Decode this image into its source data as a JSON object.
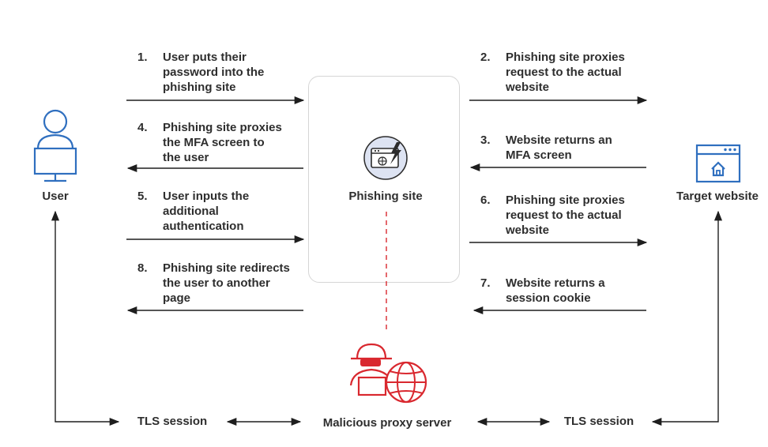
{
  "nodes": {
    "user": "User",
    "phishing_site": "Phishing site",
    "target_website": "Target website",
    "proxy": "Malicious proxy server"
  },
  "tls": {
    "left": "TLS session",
    "right": "TLS session"
  },
  "steps": [
    {
      "num": "1.",
      "text": "User puts their\npassword into the\nphishing site"
    },
    {
      "num": "2.",
      "text": "Phishing site proxies\nrequest to the actual\nwebsite"
    },
    {
      "num": "3.",
      "text": "Website returns an\nMFA screen"
    },
    {
      "num": "4.",
      "text": "Phishing site proxies\nthe MFA screen to\nthe user"
    },
    {
      "num": "5.",
      "text": "User inputs the\nadditional\nauthentication"
    },
    {
      "num": "6.",
      "text": "Phishing site proxies\nrequest to the actual\nwebsite"
    },
    {
      "num": "7.",
      "text": "Website returns a\nsession cookie"
    },
    {
      "num": "8.",
      "text": "Phishing site redirects\nthe user to another\npage"
    }
  ],
  "icons": {
    "user": "user-computer-icon",
    "phishing_site": "phishing-browser-icon",
    "target_website": "website-home-icon",
    "proxy": "hacker-globe-icon"
  },
  "colors": {
    "primary": "#2f6fbf",
    "threat": "#d9282f",
    "line": "#1e1e1e"
  }
}
